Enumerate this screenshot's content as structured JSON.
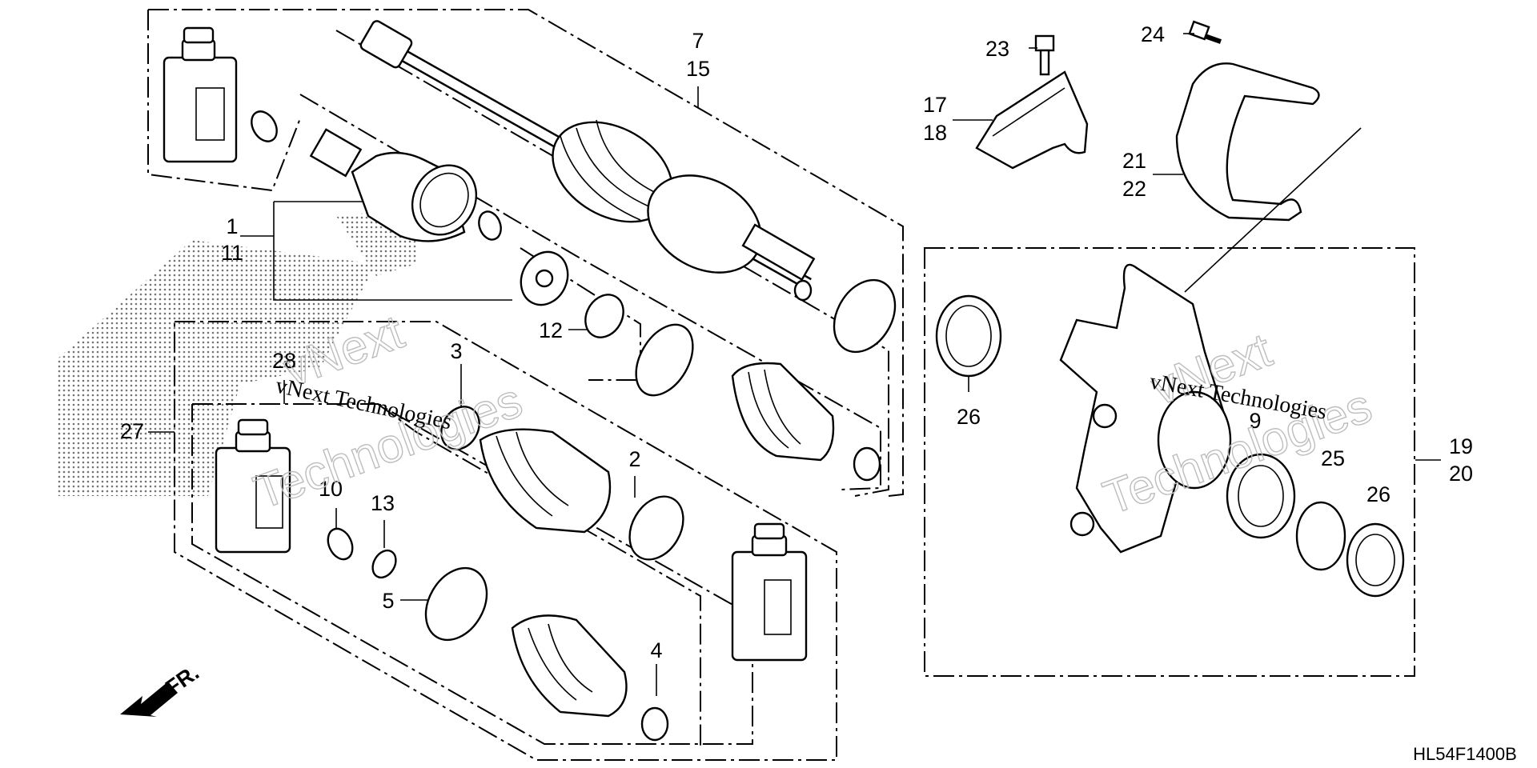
{
  "diagram": {
    "drawing_code": "HL54F1400B",
    "direction_label": "FR.",
    "watermark": {
      "line": "vNext Technologies",
      "outline_top": "vNext",
      "outline_bottom": "Technologies"
    },
    "callouts": [
      {
        "id": "c-1-11",
        "lines": [
          "1",
          "11"
        ]
      },
      {
        "id": "c-7-15",
        "lines": [
          "7",
          "15"
        ]
      },
      {
        "id": "c-12",
        "lines": [
          "12"
        ]
      },
      {
        "id": "c-28",
        "lines": [
          "28"
        ]
      },
      {
        "id": "c-27",
        "lines": [
          "27"
        ]
      },
      {
        "id": "c-3",
        "lines": [
          "3"
        ]
      },
      {
        "id": "c-10",
        "lines": [
          "10"
        ]
      },
      {
        "id": "c-13",
        "lines": [
          "13"
        ]
      },
      {
        "id": "c-5",
        "lines": [
          "5"
        ]
      },
      {
        "id": "c-2",
        "lines": [
          "2"
        ]
      },
      {
        "id": "c-4",
        "lines": [
          "4"
        ]
      },
      {
        "id": "c-23",
        "lines": [
          "23"
        ]
      },
      {
        "id": "c-24",
        "lines": [
          "24"
        ]
      },
      {
        "id": "c-17-18",
        "lines": [
          "17",
          "18"
        ]
      },
      {
        "id": "c-21-22",
        "lines": [
          "21",
          "22"
        ]
      },
      {
        "id": "c-26a",
        "lines": [
          "26"
        ]
      },
      {
        "id": "c-9",
        "lines": [
          "9"
        ]
      },
      {
        "id": "c-25",
        "lines": [
          "25"
        ]
      },
      {
        "id": "c-26b",
        "lines": [
          "26"
        ]
      },
      {
        "id": "c-19-20",
        "lines": [
          "19",
          "20"
        ]
      }
    ]
  }
}
